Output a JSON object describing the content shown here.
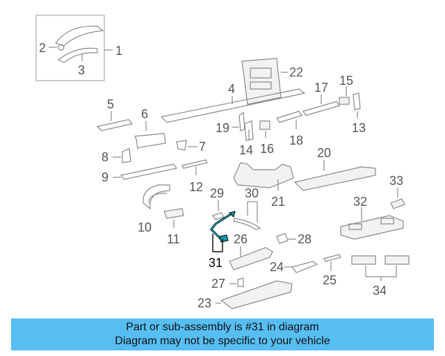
{
  "callouts": {
    "c1": "1",
    "c2": "2",
    "c3": "3",
    "c4": "4",
    "c5": "5",
    "c6": "6",
    "c7": "7",
    "c8": "8",
    "c9": "9",
    "c10": "10",
    "c11": "11",
    "c12": "12",
    "c13": "13",
    "c14": "14",
    "c15": "15",
    "c16": "16",
    "c17": "17",
    "c18": "18",
    "c19": "19",
    "c20": "20",
    "c21": "21",
    "c22": "22",
    "c23": "23",
    "c24": "24",
    "c25": "25",
    "c26": "26",
    "c27": "27",
    "c28": "28",
    "c29": "29",
    "c30": "30",
    "c31": "31",
    "c32": "32",
    "c33": "33",
    "c34": "34"
  },
  "highlight": {
    "part_number": "31",
    "color": "#0a9aa8"
  },
  "banner": {
    "line1": "Part or sub-assembly is #31 in diagram",
    "line2": "Diagram may not be specific to your vehicle",
    "background": "#57bef2"
  }
}
